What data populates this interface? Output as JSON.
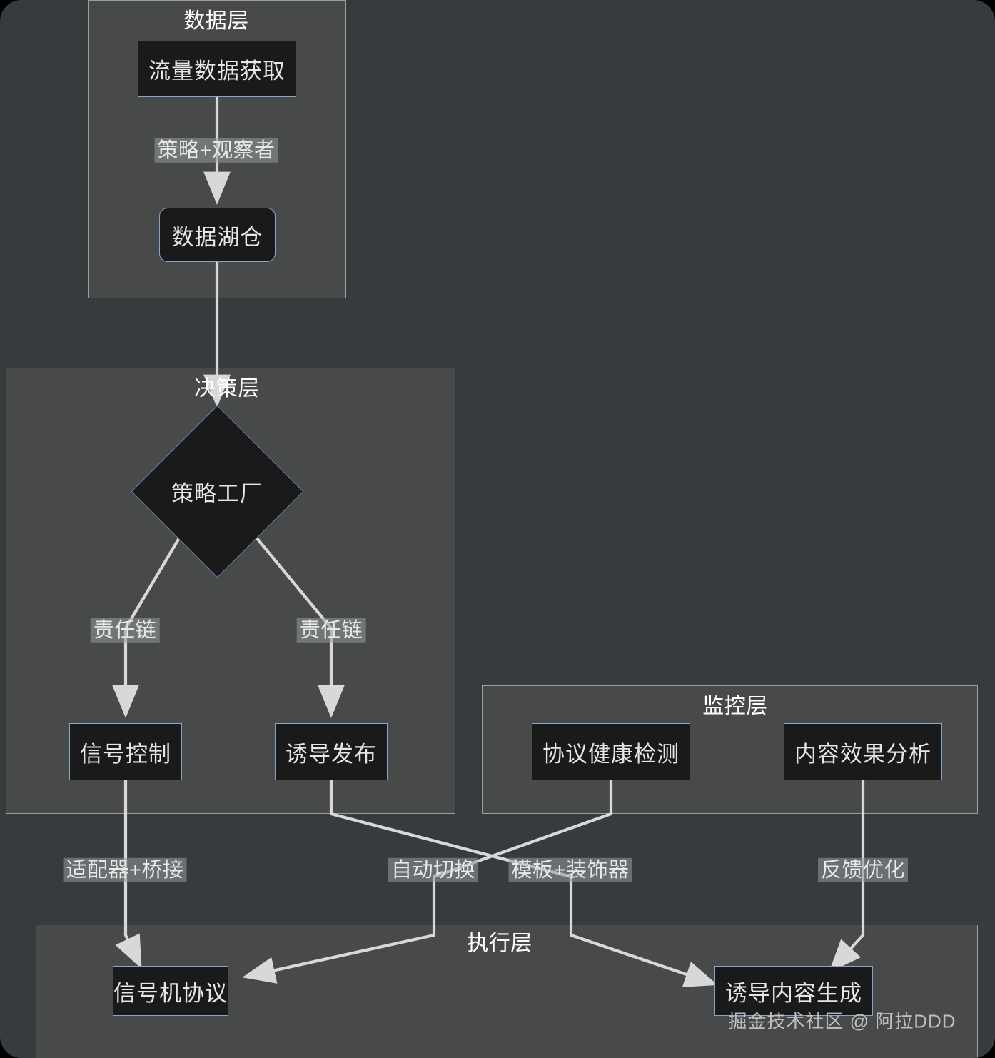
{
  "diagram": {
    "type": "flowchart",
    "direction": "top-down",
    "background_color": "#363b3e",
    "subgraph_fill": "#474a49",
    "node_fill": "#1a1a1a",
    "node_border": "#8aa4c8",
    "edge_color": "#d8d8d8",
    "text_color": "#e6e6e6"
  },
  "subgraphs": [
    {
      "id": "data-layer",
      "title": "数据层"
    },
    {
      "id": "decision-layer",
      "title": "决策层"
    },
    {
      "id": "monitor-layer",
      "title": "监控层"
    },
    {
      "id": "execution-layer",
      "title": "执行层"
    }
  ],
  "nodes": [
    {
      "id": "traffic-data-acquisition",
      "label": "流量数据获取",
      "shape": "rect"
    },
    {
      "id": "data-lakehouse",
      "label": "数据湖仓",
      "shape": "rounded"
    },
    {
      "id": "strategy-factory",
      "label": "策略工厂",
      "shape": "diamond"
    },
    {
      "id": "signal-control",
      "label": "信号控制",
      "shape": "rect"
    },
    {
      "id": "guidance-publish",
      "label": "诱导发布",
      "shape": "rect"
    },
    {
      "id": "protocol-health-check",
      "label": "协议健康检测",
      "shape": "rect"
    },
    {
      "id": "content-effect-analysis",
      "label": "内容效果分析",
      "shape": "rect"
    },
    {
      "id": "signal-machine-protocol",
      "label": "信号机协议",
      "shape": "rect"
    },
    {
      "id": "guidance-content-gen",
      "label": "诱导内容生成",
      "shape": "rect"
    }
  ],
  "edges": [
    {
      "from": "traffic-data-acquisition",
      "to": "data-lakehouse",
      "label": "策略+观察者"
    },
    {
      "from": "data-lakehouse",
      "to": "strategy-factory",
      "label": ""
    },
    {
      "from": "strategy-factory",
      "to": "signal-control",
      "label": "责任链"
    },
    {
      "from": "strategy-factory",
      "to": "guidance-publish",
      "label": "责任链"
    },
    {
      "from": "signal-control",
      "to": "signal-machine-protocol",
      "label": "适配器+桥接"
    },
    {
      "from": "guidance-publish",
      "to": "guidance-content-gen",
      "label": "模板+装饰器"
    },
    {
      "from": "protocol-health-check",
      "to": "signal-machine-protocol",
      "label": "自动切换"
    },
    {
      "from": "content-effect-analysis",
      "to": "guidance-content-gen",
      "label": "反馈优化"
    }
  ],
  "edge_labels": {
    "strategy_observer": "策略+观察者",
    "chain_left": "责任链",
    "chain_right": "责任链",
    "adapter_bridge": "适配器+桥接",
    "auto_switch": "自动切换",
    "template_decorator": "模板+装饰器",
    "feedback_optimize": "反馈优化"
  },
  "watermark": {
    "text": "掘金技术社区 @ 阿拉DDD"
  }
}
